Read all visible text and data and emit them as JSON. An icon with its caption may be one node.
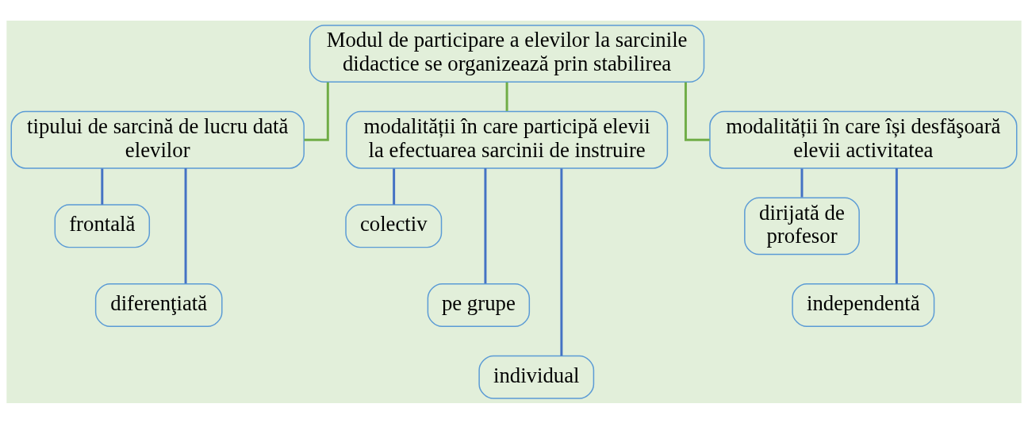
{
  "diagram": {
    "nodes": [
      {
        "text": [
          "Modul de participare a elevilor la sarcinile didactice se organizează prin stabilirea"
        ]
      },
      {
        "text": [
          "tipului de sarcină de lucru dată elevilor"
        ]
      },
      {
        "text": [
          "modalității în care participă elevii la efectuarea sarcinii de instruire"
        ]
      },
      {
        "text": [
          "modalității în care își desfăşoară elevii activitatea"
        ]
      },
      {
        "text": [
          "frontală"
        ]
      },
      {
        "text": [
          "diferenţiată"
        ]
      },
      {
        "text": [
          "colectiv"
        ]
      },
      {
        "text": [
          "pe grupe"
        ]
      },
      {
        "text": [
          "individual"
        ]
      },
      {
        "text": [
          "dirijată de profesor"
        ]
      },
      {
        "text": [
          "independentă"
        ]
      }
    ],
    "edges": [
      {
        "from": 0,
        "to": 1,
        "arrow": "none",
        "color": "#70ad47"
      },
      {
        "from": 0,
        "to": 2,
        "arrow": "none",
        "color": "#70ad47"
      },
      {
        "from": 0,
        "to": 3,
        "arrow": "none",
        "color": "#70ad47"
      },
      {
        "from": 1,
        "to": 4,
        "arrow": "none"
      },
      {
        "from": 1,
        "to": 5,
        "arrow": "none"
      },
      {
        "from": 2,
        "to": 6,
        "arrow": "none"
      },
      {
        "from": 2,
        "to": 7,
        "arrow": "none"
      },
      {
        "from": 2,
        "to": 8,
        "arrow": "none"
      },
      {
        "from": 3,
        "to": 9,
        "arrow": "none"
      },
      {
        "from": 3,
        "to": 10,
        "arrow": "none"
      }
    ]
  }
}
